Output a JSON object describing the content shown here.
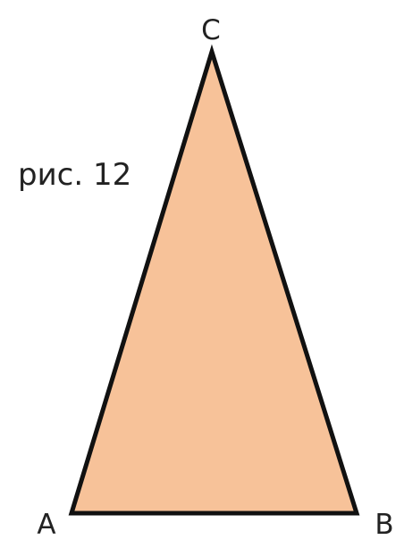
{
  "figure": {
    "caption": "рис. 12",
    "vertices": {
      "a": "A",
      "b": "B",
      "c": "C"
    }
  },
  "colors": {
    "background": "#ffffff",
    "triangle_fill": "#f7c299",
    "triangle_stroke": "#111111",
    "text": "#222222"
  }
}
